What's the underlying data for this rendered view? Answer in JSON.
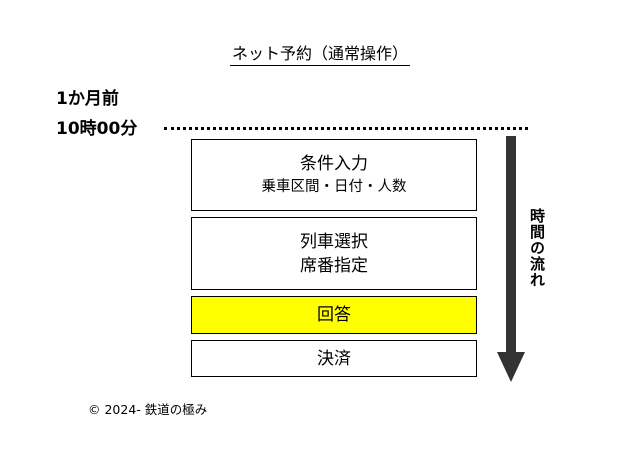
{
  "title": "ネット予約（通常操作）",
  "time_label": {
    "line1": "1か月前",
    "line2": "10時00分"
  },
  "steps": [
    {
      "main": "条件入力",
      "sub": "乗車区間・日付・人数"
    },
    {
      "main": "列車選択",
      "sub": "席番指定"
    },
    {
      "main": "回答",
      "highlight_color": "#ffff00"
    },
    {
      "main": "決済"
    }
  ],
  "arrow_label": "時間の流れ",
  "copyright": "© 2024- 鉄道の極み",
  "colors": {
    "highlight": "#ffff00",
    "arrow": "#333333"
  }
}
